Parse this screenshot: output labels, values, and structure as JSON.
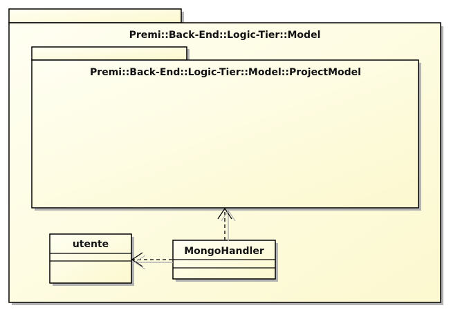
{
  "colors": {
    "fill_light": "#fffff2",
    "fill_dark": "#fcf8cf",
    "stroke": "#000000",
    "shadow": "#b3b3b3"
  },
  "outer_package": {
    "title": "Premi::Back-End::Logic-Tier::Model"
  },
  "inner_package": {
    "title": "Premi::Back-End::Logic-Tier::Model::ProjectModel"
  },
  "classes": {
    "utente": {
      "name": "utente"
    },
    "mongohandler": {
      "name": "MongoHandler"
    }
  },
  "dependencies": [
    {
      "from": "MongoHandler",
      "to": "Premi::Back-End::Logic-Tier::Model::ProjectModel",
      "style": "dashed-open-arrow"
    },
    {
      "from": "MongoHandler",
      "to": "utente",
      "style": "dashed-open-arrow"
    }
  ]
}
